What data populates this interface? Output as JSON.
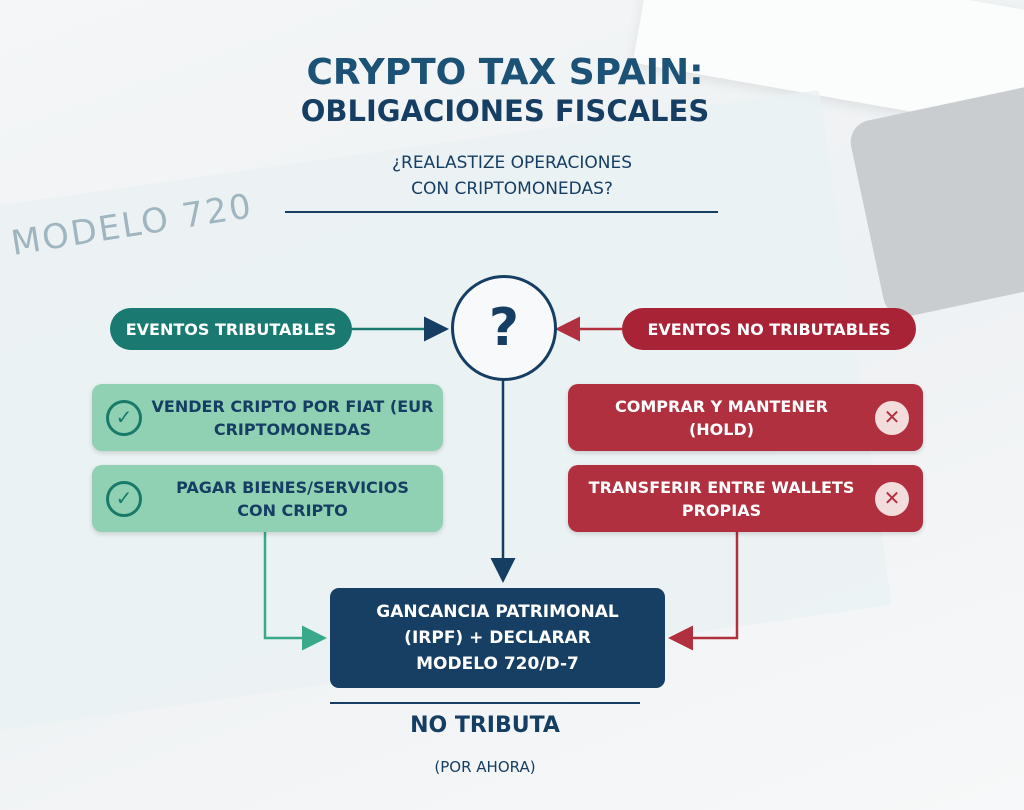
{
  "background": {
    "document_heading": "MODELO 720"
  },
  "title": {
    "line1": "CRYPTO TAX SPAIN:",
    "line2": "OBLIGACIONES FISCALES"
  },
  "question": {
    "line1": "¿REALASTIZE OPERACIONES",
    "line2": "CON CRIPTOMONEDAS?",
    "symbol": "?"
  },
  "taxable": {
    "label": "EVENTOS TRIBUTABLES",
    "color": "#1a7a72",
    "items": [
      {
        "line1": "VENDER CRIPTO POR FIAT (EUR",
        "line2": "CRIPTOMONEDAS",
        "icon": "check-circle-icon"
      },
      {
        "line1": "PAGAR BIENES/SERVICIOS",
        "line2": "CON CRIPTO",
        "icon": "check-circle-icon"
      }
    ]
  },
  "non_taxable": {
    "label": "EVENTOS NO TRIBUTABLES",
    "color": "#a82335",
    "items": [
      {
        "line1": "COMPRAR Y MANTENER",
        "line2": "(HOLD)",
        "icon": "x-circle-icon"
      },
      {
        "line1": "TRANSFERIR ENTRE WALLETS",
        "line2": "PROPIAS",
        "icon": "x-circle-icon"
      }
    ]
  },
  "result": {
    "line1": "GANCANCIA PATRIMONAL",
    "line2": "(IRPF) + DECLARAR",
    "line3": "MODELO 720/D-7"
  },
  "footer": {
    "main": "NO TRIBUTA",
    "note": "(POR AHORA)"
  },
  "icons": {
    "check": "✓",
    "x": "✕"
  }
}
